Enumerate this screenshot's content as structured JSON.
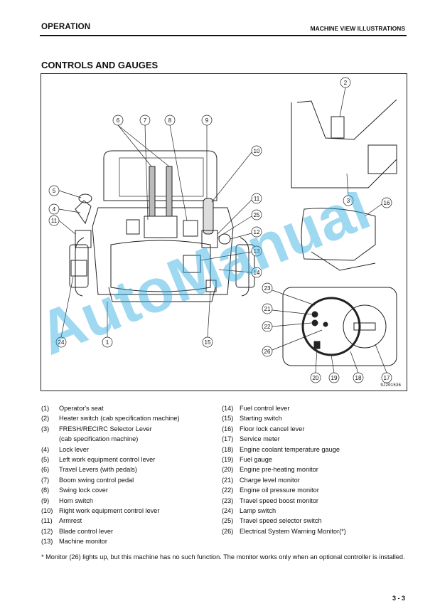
{
  "header": {
    "section": "OPERATION",
    "chapter": "MACHINE VIEW ILLUSTRATIONS"
  },
  "title": "CONTROLS AND GAUGES",
  "figure": {
    "id": "9J201536",
    "callouts": [
      "1",
      "2",
      "3",
      "4",
      "5",
      "6",
      "7",
      "8",
      "9",
      "10",
      "11",
      "12",
      "13",
      "14",
      "15",
      "16",
      "17",
      "18",
      "19",
      "20",
      "21",
      "22",
      "23",
      "24",
      "25",
      "26"
    ]
  },
  "watermark": "AutoManual",
  "legend_left": [
    {
      "num": "(1)",
      "text": "Operator's seat"
    },
    {
      "num": "(2)",
      "text": "Heater switch (cab specification machine)"
    },
    {
      "num": "(3)",
      "text": "FRESH/RECIRC Selector Lever"
    },
    {
      "num": "",
      "text": "(cab specification machine)"
    },
    {
      "num": "(4)",
      "text": "Lock lever"
    },
    {
      "num": "(5)",
      "text": "Left work equipment control lever"
    },
    {
      "num": "(6)",
      "text": "Travel Levers (with pedals)"
    },
    {
      "num": "(7)",
      "text": "Boom swing control pedal"
    },
    {
      "num": "(8)",
      "text": "Swing lock cover"
    },
    {
      "num": "(9)",
      "text": "Horn switch"
    },
    {
      "num": "(10)",
      "text": "Right work equipment control lever"
    },
    {
      "num": "(11)",
      "text": "Armrest"
    },
    {
      "num": "(12)",
      "text": "Blade control lever"
    },
    {
      "num": "(13)",
      "text": "Machine monitor"
    }
  ],
  "legend_right": [
    {
      "num": "(14)",
      "text": "Fuel control lever"
    },
    {
      "num": "(15)",
      "text": "Starting switch"
    },
    {
      "num": "(16)",
      "text": "Floor lock cancel lever"
    },
    {
      "num": "(17)",
      "text": "Service meter"
    },
    {
      "num": "(18)",
      "text": "Engine coolant temperature gauge"
    },
    {
      "num": "(19)",
      "text": "Fuel gauge"
    },
    {
      "num": "(20)",
      "text": "Engine pre-heating monitor"
    },
    {
      "num": "(21)",
      "text": "Charge level monitor"
    },
    {
      "num": "(22)",
      "text": "Engine oil pressure monitor"
    },
    {
      "num": "(23)",
      "text": "Travel speed boost monitor"
    },
    {
      "num": "(24)",
      "text": "Lamp switch"
    },
    {
      "num": "(25)",
      "text": "Travel speed selector switch"
    },
    {
      "num": "(26)",
      "text": "Electrical System Warning Monitor(*)"
    }
  ],
  "footnote": "* Monitor (26) lights up, but this machine has no such function. The monitor works only when an optional controller is installed.",
  "page_number": "3 - 3"
}
